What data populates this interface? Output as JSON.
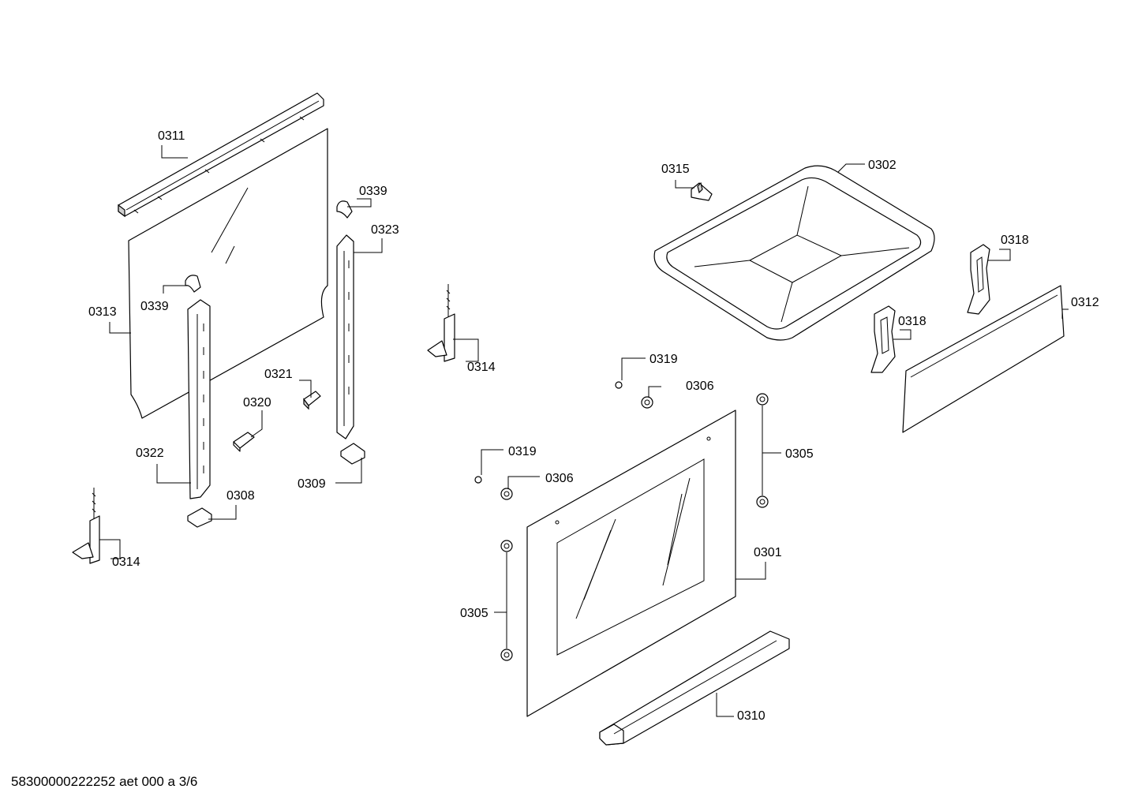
{
  "labels": {
    "l0311": "0311",
    "l0313": "0313",
    "l0339a": "0339",
    "l0339b": "0339",
    "l0323": "0323",
    "l0321": "0321",
    "l0320": "0320",
    "l0322": "0322",
    "l0308": "0308",
    "l0309": "0309",
    "l0314a": "0314",
    "l0314b": "0314",
    "l0315": "0315",
    "l0302": "0302",
    "l0318a": "0318",
    "l0318b": "0318",
    "l0312": "0312",
    "l0319a": "0319",
    "l0319b": "0319",
    "l0306a": "0306",
    "l0306b": "0306",
    "l0305a": "0305",
    "l0305b": "0305",
    "l0301": "0301",
    "l0310": "0310"
  },
  "footer": "58300000222252 aet 000 a 3/6"
}
